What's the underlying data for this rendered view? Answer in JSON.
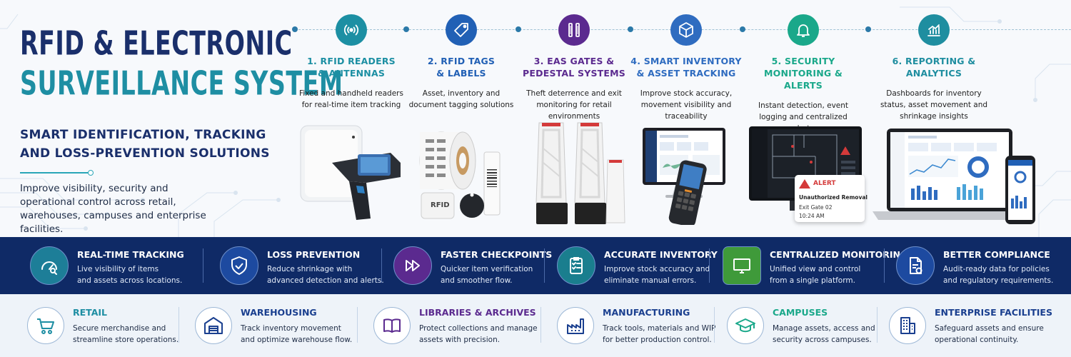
{
  "hero": {
    "title_line1": "RFID & ELECTRONIC",
    "title_line2": "SURVEILLANCE SYSTEM",
    "subtitle_line1": "SMART IDENTIFICATION, TRACKING",
    "subtitle_line2": "AND LOSS-PREVENTION SOLUTIONS",
    "description": "Improve visibility, security and operational control across retail, warehouses, campuses and enterprise facilities."
  },
  "colors": {
    "navy": "#1a2f6b",
    "teal": "#1e8ea3",
    "band": "#0f2a66",
    "feature_1": "#1c8fa3",
    "feature_2": "#2160b5",
    "feature_3": "#5b2a8f",
    "feature_4": "#2f6cc0",
    "feature_5": "#1aa88a",
    "feature_6": "#1f8ea0"
  },
  "features": [
    {
      "title_line1": "1. RFID READERS",
      "title_line2": "& ANTENNAS",
      "description": "Fixed and handheld readers for real-time item tracking",
      "icon": "rfid-signal-icon"
    },
    {
      "title_line1": "2. RFID TAGS",
      "title_line2": "& LABELS",
      "description": "Asset, inventory and document tagging solutions",
      "icon": "tag-icon"
    },
    {
      "title_line1": "3. EAS GATES &",
      "title_line2": "PEDESTAL SYSTEMS",
      "description": "Theft deterrence and exit monitoring for retail environments",
      "icon": "gate-icon"
    },
    {
      "title_line1": "4. SMART INVENTORY",
      "title_line2": "& ASSET TRACKING",
      "description": "Improve stock accuracy, movement visibility and traceability",
      "icon": "box-icon"
    },
    {
      "title_line1": "5. SECURITY",
      "title_line2": "MONITORING & ALERTS",
      "description": "Instant detection, event logging and centralized alerts",
      "icon": "bell-icon"
    },
    {
      "title_line1": "6. REPORTING &",
      "title_line2": "ANALYTICS",
      "description": "Dashboards for inventory status, asset movement and shrinkage insights",
      "icon": "bar-chart-icon"
    }
  ],
  "products": {
    "rfid_label": "RFID",
    "alert": {
      "title": "ALERT",
      "event": "Unauthorized Removal",
      "location": "Exit Gate 02",
      "time": "10:24 AM"
    }
  },
  "benefits": [
    {
      "title": "REAL-TIME TRACKING",
      "desc_line1": "Live visibility of items",
      "desc_line2": "and assets across locations.",
      "icon": "gauge-icon"
    },
    {
      "title": "LOSS PREVENTION",
      "desc_line1": "Reduce shrinkage with",
      "desc_line2": "advanced detection and alerts.",
      "icon": "shield-check-icon"
    },
    {
      "title": "FASTER CHECKPOINTS",
      "desc_line1": "Quicker item verification",
      "desc_line2": "and smoother flow.",
      "icon": "fast-forward-icon"
    },
    {
      "title": "ACCURATE INVENTORY",
      "desc_line1": "Improve stock accuracy and",
      "desc_line2": "eliminate manual errors.",
      "icon": "clipboard-check-icon"
    },
    {
      "title": "CENTRALIZED MONITORING",
      "desc_line1": "Unified view and control",
      "desc_line2": "from a single platform.",
      "icon": "monitor-icon"
    },
    {
      "title": "BETTER COMPLIANCE",
      "desc_line1": "Audit-ready data for policies",
      "desc_line2": "and regulatory requirements.",
      "icon": "document-check-icon"
    }
  ],
  "industries": [
    {
      "title": "RETAIL",
      "desc_line1": "Secure merchandise and",
      "desc_line2": "streamline store operations.",
      "icon": "cart-icon",
      "color": "#1e8ea3"
    },
    {
      "title": "WAREHOUSING",
      "desc_line1": "Track inventory movement",
      "desc_line2": "and optimize warehouse flow.",
      "icon": "warehouse-icon",
      "color": "#1a3f8f"
    },
    {
      "title": "LIBRARIES & ARCHIVES",
      "desc_line1": "Protect collections and manage",
      "desc_line2": "assets with precision.",
      "icon": "book-icon",
      "color": "#5b2a8f"
    },
    {
      "title": "MANUFACTURING",
      "desc_line1": "Track tools, materials and WIP",
      "desc_line2": "for better production control.",
      "icon": "factory-icon",
      "color": "#1a3f8f"
    },
    {
      "title": "CAMPUSES",
      "desc_line1": "Manage assets, access and",
      "desc_line2": "security across campuses.",
      "icon": "graduation-cap-icon",
      "color": "#1aa88a"
    },
    {
      "title": "ENTERPRISE FACILITIES",
      "desc_line1": "Safeguard assets and ensure",
      "desc_line2": "operational continuity.",
      "icon": "office-building-icon",
      "color": "#1a3f8f"
    }
  ]
}
